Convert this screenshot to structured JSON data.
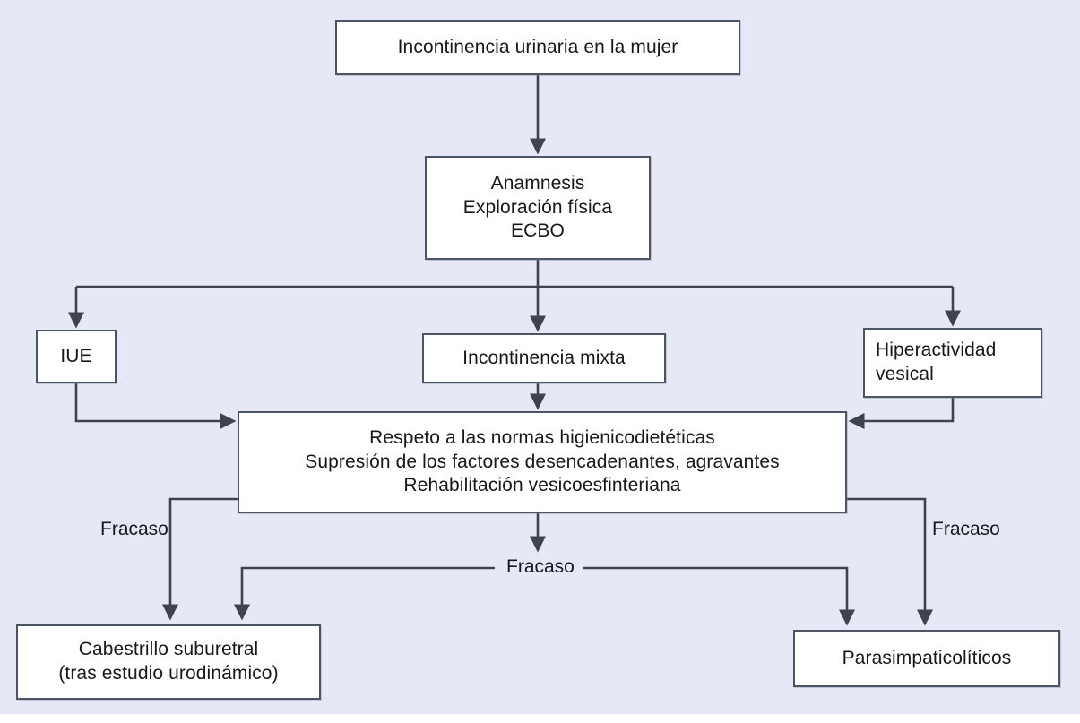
{
  "figure": {
    "type": "flowchart",
    "language": "es",
    "background_color": "#e6e8f5",
    "node_fill": "#ffffff",
    "node_border_color": "#4c5563",
    "text_color": "#16181c"
  },
  "nodes": {
    "title": "Incontinencia urinaria en la mujer",
    "anamnesis": "Anamnesis\nExploración física\nECBO",
    "anamnesis_lines": [
      "Anamnesis",
      "Exploración física",
      "ECBO"
    ],
    "iue": "IUE",
    "mixta": "Incontinencia mixta",
    "hiperactividad": "Hiperactividad\nvesical",
    "hiperactividad_lines": [
      "Hiperactividad",
      "vesical"
    ],
    "medidas_lines": [
      "Respeto a las normas higienicodietéticas",
      "Supresión de los factores desencadenantes, agravantes",
      "Rehabilitación vesicoesfinteriana"
    ],
    "cabestrillo_lines": [
      "Cabestrillo suburetral",
      "(tras estudio urodinámico)"
    ],
    "parasimpaticoliticos": "Parasimpaticolíticos"
  },
  "edge_labels": {
    "fracaso_left": "Fracaso",
    "fracaso_center": "Fracaso",
    "fracaso_right": "Fracaso"
  },
  "edges": [
    {
      "from": "title",
      "to": "anamnesis",
      "label": ""
    },
    {
      "from": "anamnesis",
      "to": "iue",
      "label": ""
    },
    {
      "from": "anamnesis",
      "to": "mixta",
      "label": ""
    },
    {
      "from": "anamnesis",
      "to": "hiperactividad",
      "label": ""
    },
    {
      "from": "iue",
      "to": "medidas",
      "label": ""
    },
    {
      "from": "mixta",
      "to": "medidas",
      "label": ""
    },
    {
      "from": "hiperactividad",
      "to": "medidas",
      "label": ""
    },
    {
      "from": "medidas",
      "to": "cabestrillo",
      "label": "Fracaso"
    },
    {
      "from": "medidas",
      "to": "parasimpaticoliticos",
      "label": "Fracaso"
    },
    {
      "from": "medidas",
      "to": "fracaso_center",
      "label": "Fracaso"
    },
    {
      "from": "fracaso_center",
      "to": "cabestrillo",
      "label": ""
    },
    {
      "from": "fracaso_center",
      "to": "parasimpaticoliticos",
      "label": ""
    }
  ]
}
